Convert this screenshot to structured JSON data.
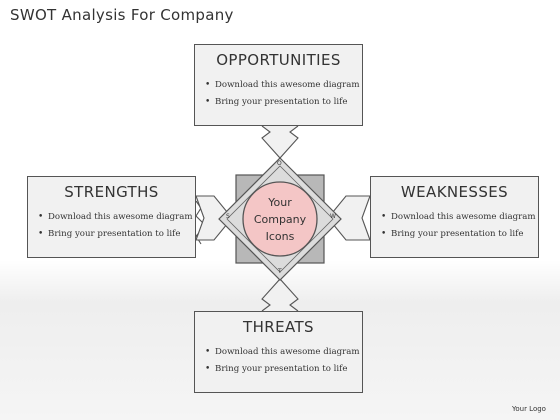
{
  "title": "SWOT  Analysis For Company",
  "center": {
    "line1": "Your",
    "line2": "Company",
    "line3": "Icons"
  },
  "letters": {
    "top": "O",
    "left": "S",
    "right": "W",
    "bottom": "T"
  },
  "boxes": {
    "opportunities": {
      "title": "OPPORTUNITIES",
      "bullets": [
        "Download this awesome diagram",
        "Bring your presentation to life"
      ]
    },
    "strengths": {
      "title": "STRENGTHS",
      "bullets": [
        "Download this awesome diagram",
        "Bring your presentation to life"
      ]
    },
    "weaknesses": {
      "title": "WEAKNESSES",
      "bullets": [
        "Download this awesome diagram",
        "Bring your presentation to life"
      ]
    },
    "threats": {
      "title": "THREATS",
      "bullets": [
        "Download this awesome diagram",
        "Bring your presentation to life"
      ]
    }
  },
  "logo": "Your Logo",
  "colors": {
    "center_fill": "#f4c6c6",
    "square_fill": "#b8b8b8",
    "diamond_fill": "#dcdcdc",
    "box_fill": "#f1f1f1",
    "stroke": "#555555"
  }
}
